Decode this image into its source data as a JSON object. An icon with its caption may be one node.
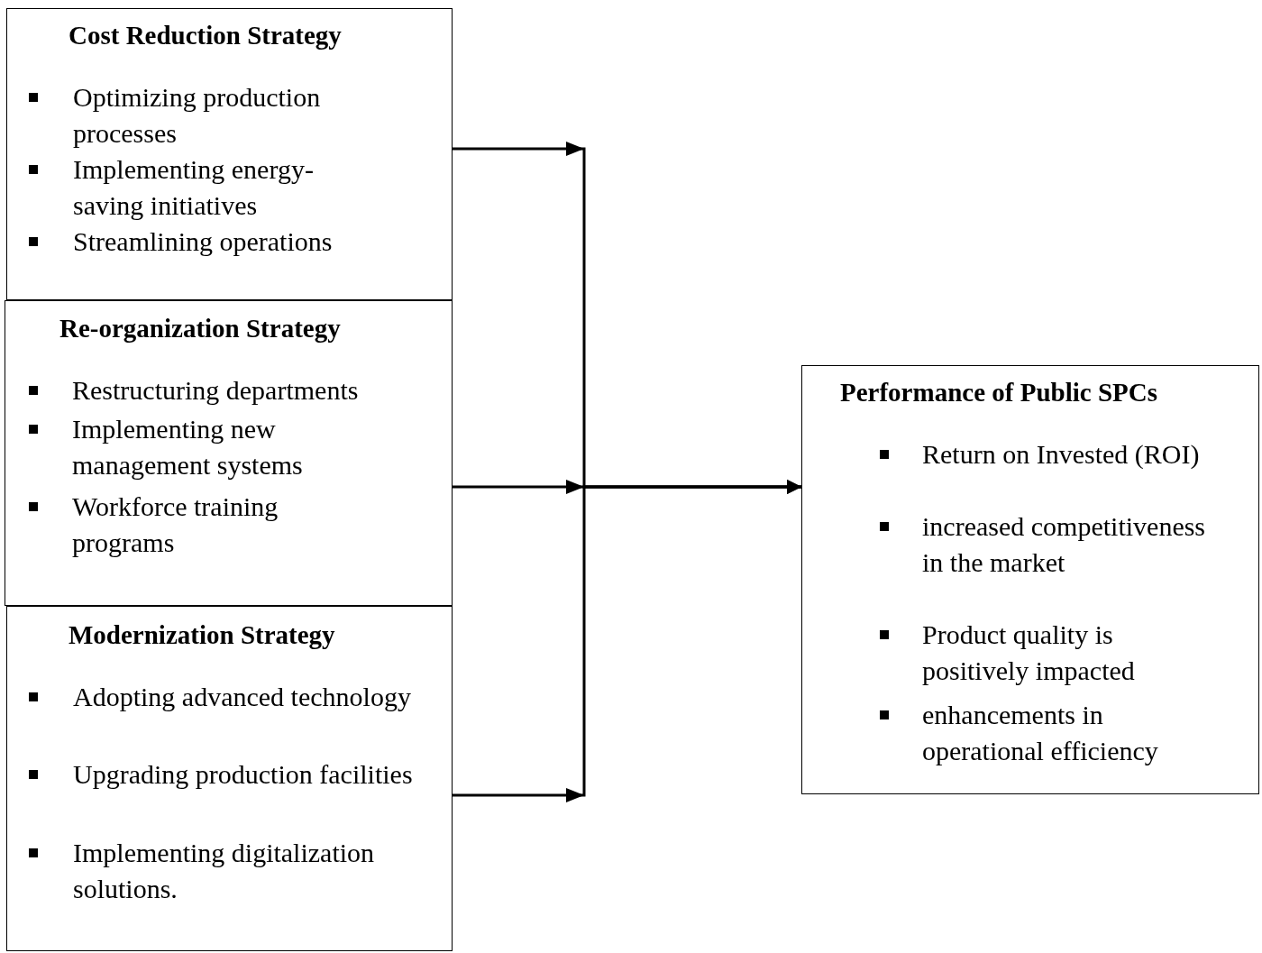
{
  "diagram": {
    "nodes": [
      {
        "text": [
          "Cost Reduction Strategy",
          "Optimizing production processes",
          "Implementing energy-saving initiatives",
          "Streamlining operations"
        ]
      },
      {
        "text": [
          "Re-organization Strategy",
          "Restructuring departments",
          "Implementing new management systems",
          "Workforce training programs"
        ]
      },
      {
        "text": [
          "Modernization Strategy",
          "Adopting advanced technology",
          "Upgrading production facilities",
          "Implementing digitalization solutions."
        ]
      },
      {
        "text": [
          "Performance of Public SPCs",
          "Return on Invested (ROI)",
          "increased competitiveness in the market",
          "Product quality is positively impacted",
          "enhancements in operational efficiency"
        ]
      }
    ],
    "edges": [
      {
        "from": 0,
        "to": 3,
        "arrow": "to"
      },
      {
        "from": 1,
        "to": 3,
        "arrow": "to"
      },
      {
        "from": 2,
        "to": 3,
        "arrow": "to"
      }
    ]
  }
}
